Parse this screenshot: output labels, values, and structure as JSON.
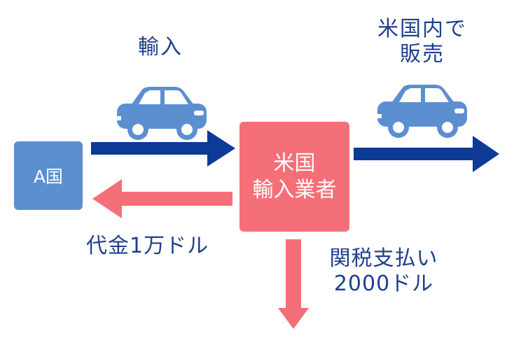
{
  "nodes": {
    "country_a": "A国",
    "us_importer_line1": "米国",
    "us_importer_line2": "輸入業者"
  },
  "labels": {
    "import": "輸入",
    "sell_line1": "米国内で",
    "sell_line2": "販売",
    "payment": "代金1万ドル",
    "tariff_line1": "関税支払い",
    "tariff_line2": "2000ドル"
  },
  "colors": {
    "blue_arrow": "#0d3a97",
    "pink_arrow": "#f56f78",
    "car": "#5b8fd0",
    "box_a": "#5b8fd0",
    "box_us": "#f56f78",
    "label_text": "#1f3f8f"
  }
}
